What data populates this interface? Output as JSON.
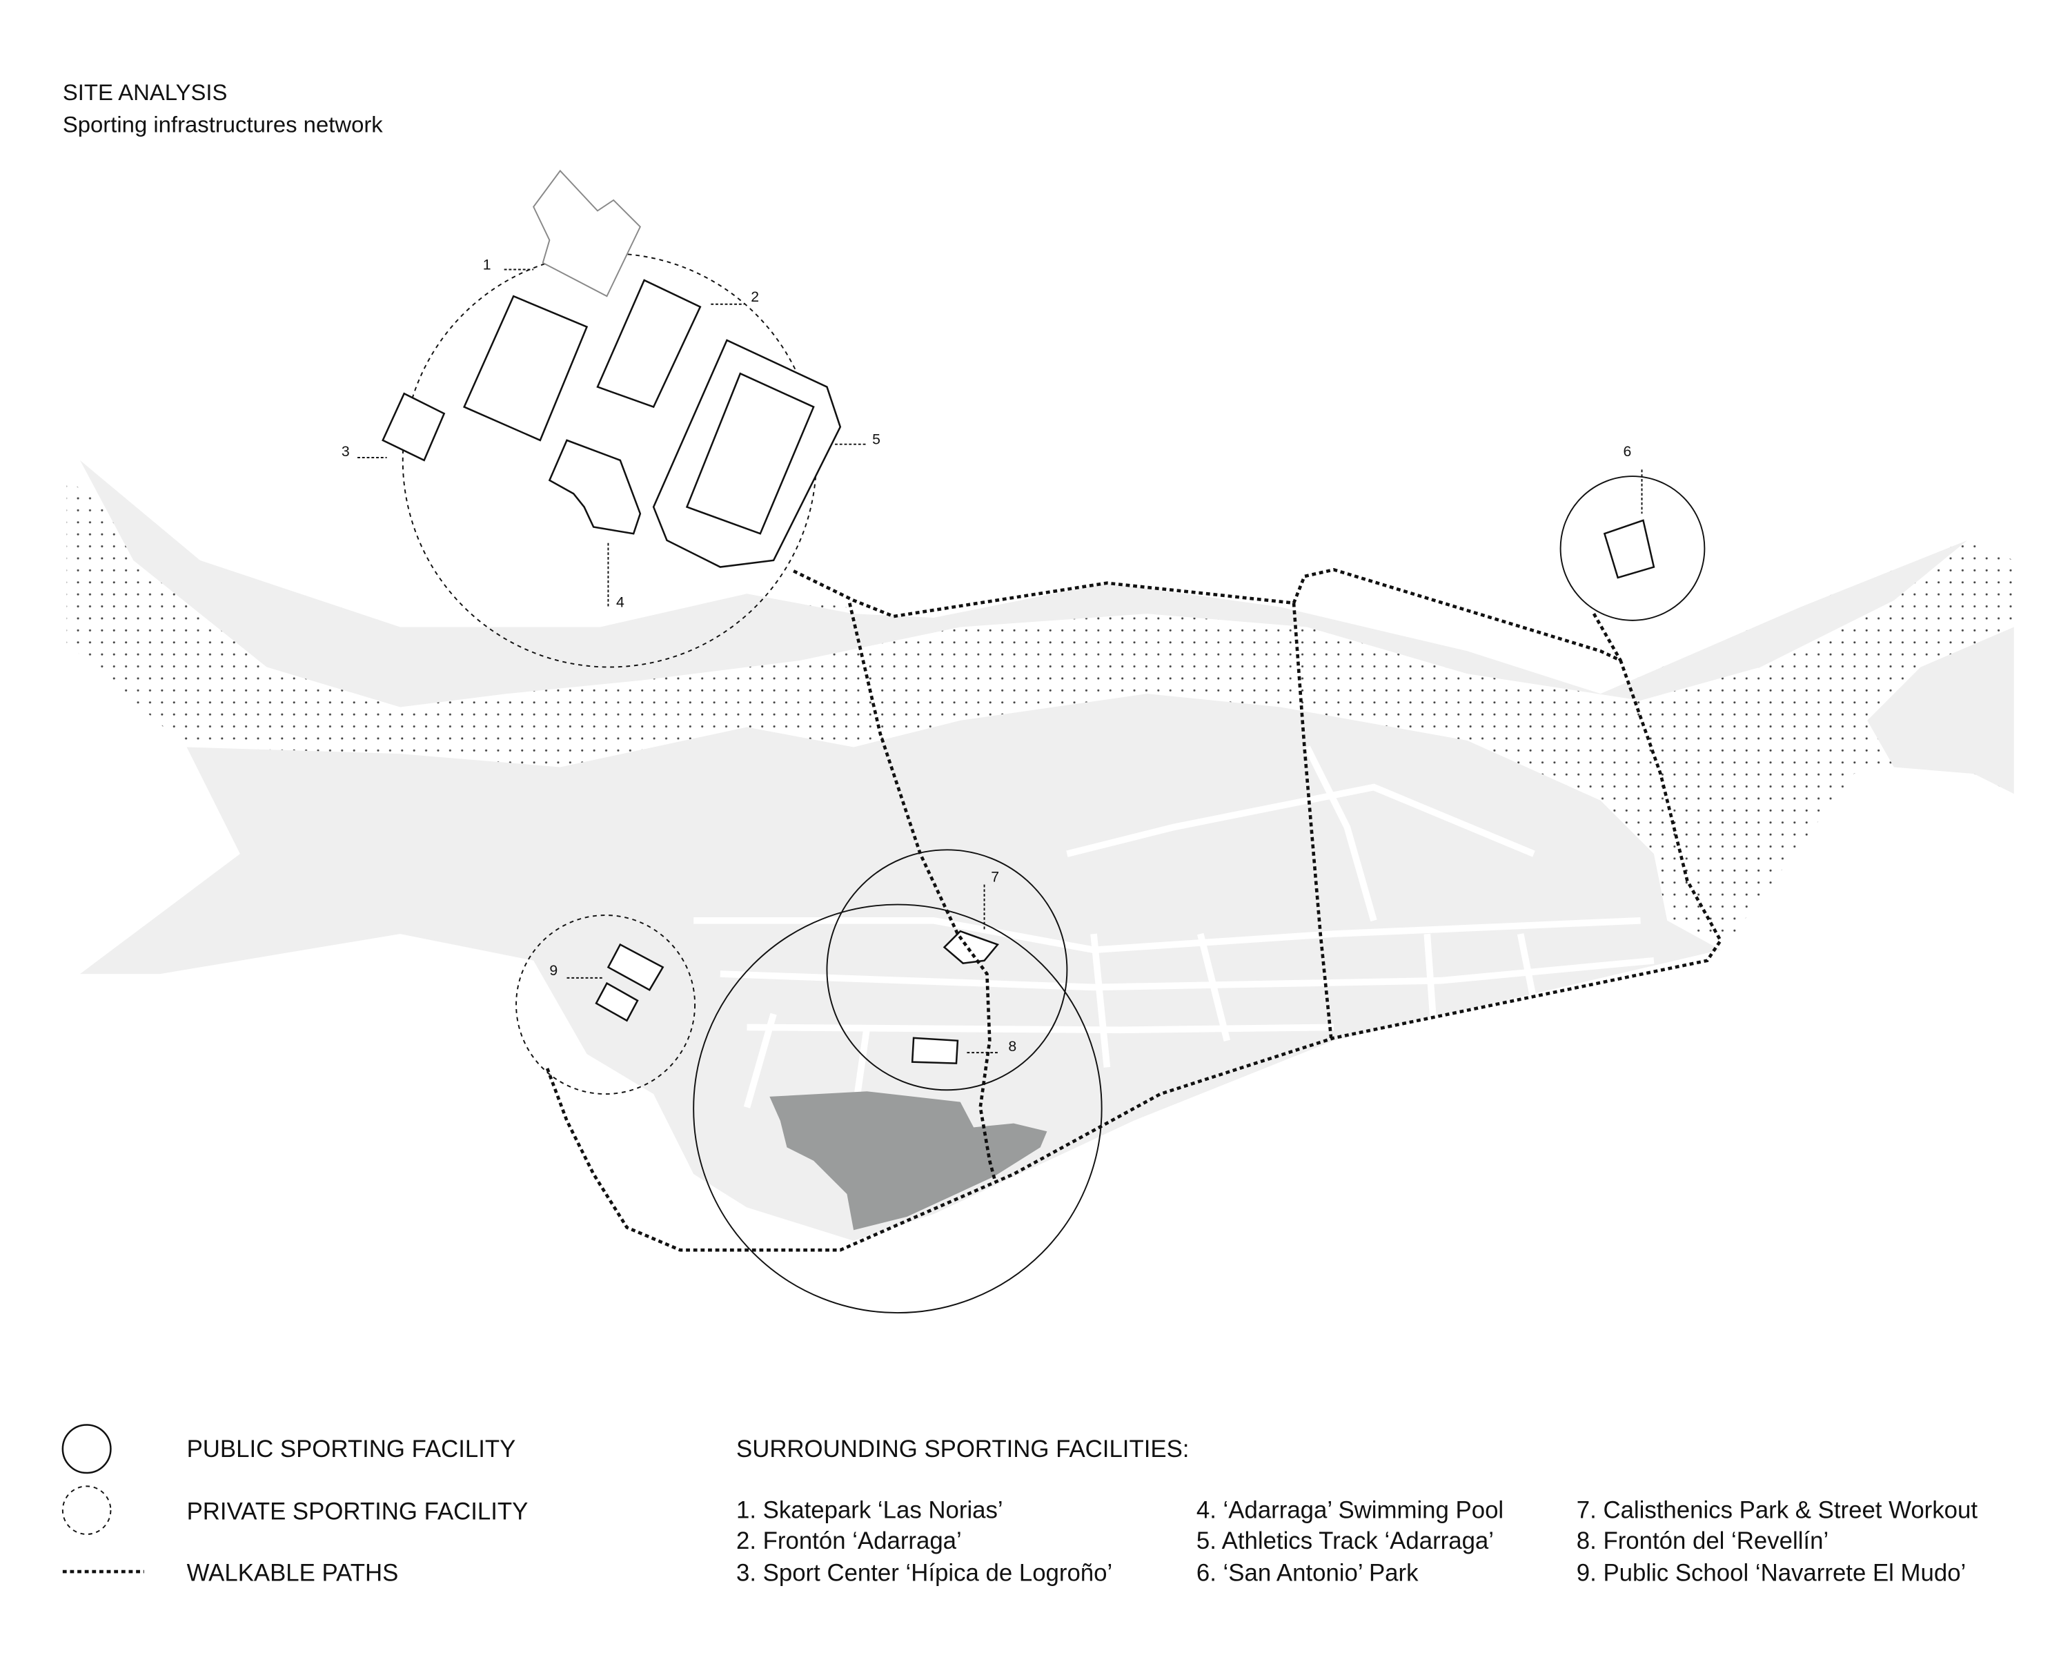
{
  "header": {
    "title": "SITE ANALYSIS",
    "subtitle": "Sporting infrastructures network"
  },
  "map_labels": [
    "1",
    "2",
    "3",
    "4",
    "5",
    "6",
    "7",
    "8",
    "9"
  ],
  "legend": {
    "public": "PUBLIC SPORTING FACILITY",
    "private": "PRIVATE SPORTING FACILITY",
    "paths": "WALKABLE PATHS"
  },
  "facilities": {
    "heading": "SURROUNDING SPORTING FACILITIES:",
    "items": [
      "1.  Skatepark ‘Las Norias’",
      "2.  Frontón ‘Adarraga’",
      "3.  Sport Center ‘Hípica de Logroño’",
      "4.  ‘Adarraga’ Swimming Pool",
      "5.  Athletics Track ‘Adarraga’",
      "6.  ‘San Antonio’ Park",
      "7.  Calisthenics Park & Street Workout",
      "8.  Frontón del ‘Revellín’",
      "9.  Public School ‘Navarrete El Mudo’"
    ]
  },
  "colors": {
    "land": "#efefef",
    "site": "#9a9c9c",
    "ink": "#111111"
  }
}
